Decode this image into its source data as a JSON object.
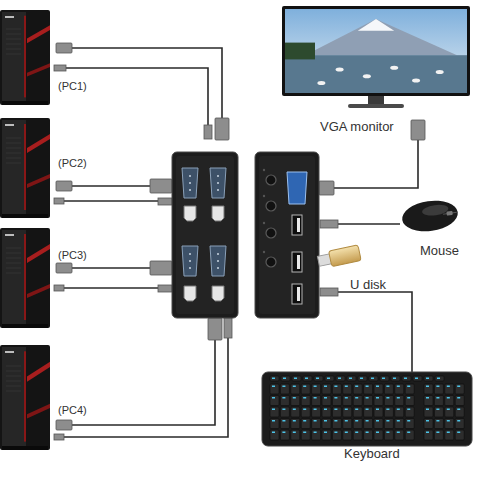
{
  "diagram": {
    "nodes": [
      {
        "text": [
          "(PC1)"
        ]
      },
      {
        "text": [
          "(PC2)"
        ]
      },
      {
        "text": [
          "(PC3)"
        ]
      },
      {
        "text": [
          "(PC4)"
        ]
      },
      {
        "text": [
          "VGA monitor"
        ]
      },
      {
        "text": [
          "Mouse"
        ]
      },
      {
        "text": [
          "U disk"
        ]
      },
      {
        "text": [
          "Keyboard"
        ]
      }
    ]
  }
}
